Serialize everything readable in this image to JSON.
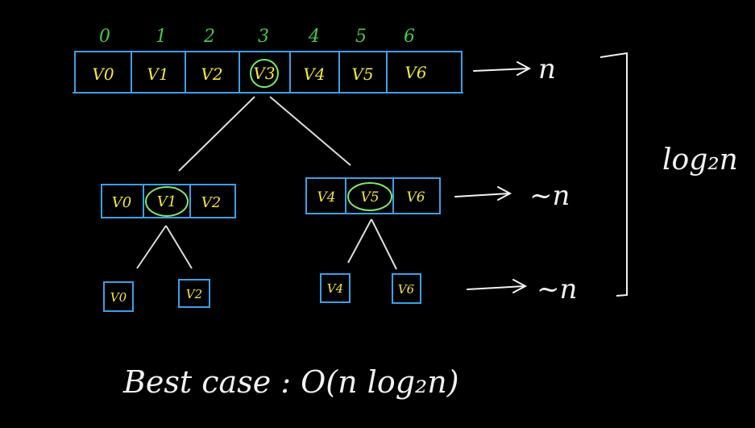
{
  "colors": {
    "background": "#000000",
    "box": "#3aa0e8",
    "value_text": "#f4e838",
    "index_text": "#46c846",
    "pivot_circle": "#7ee86a",
    "chalk": "#f2f2f2"
  },
  "top_array": {
    "indices": [
      "0",
      "1",
      "2",
      "3",
      "4",
      "5",
      "6"
    ],
    "cells": [
      "V0",
      "V1",
      "V2",
      "V3",
      "V4",
      "V5",
      "V6"
    ],
    "pivot_index": 3
  },
  "level1_left": {
    "cells": [
      "V0",
      "V1",
      "V2"
    ],
    "pivot_index": 1
  },
  "level1_right": {
    "cells": [
      "V4",
      "V5",
      "V6"
    ],
    "pivot_index": 1
  },
  "level2_leaves": [
    "V0",
    "V2",
    "V4",
    "V6"
  ],
  "level_costs": [
    "n",
    "~n",
    "~n"
  ],
  "depth_label": "log₂n",
  "conclusion": "Best case : O(n log₂n)"
}
